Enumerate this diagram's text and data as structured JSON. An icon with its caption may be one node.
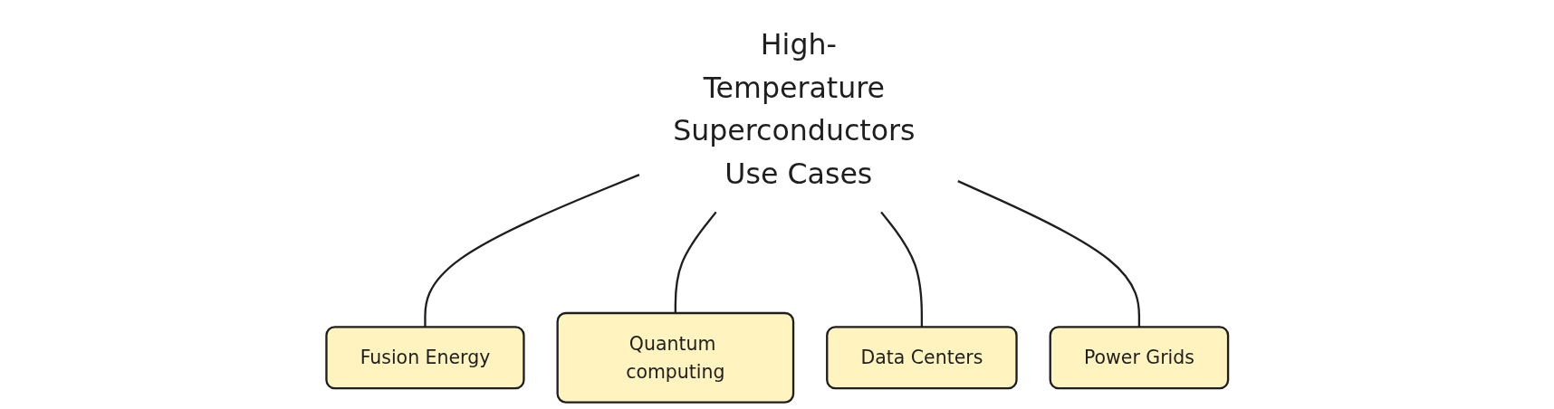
{
  "diagram": {
    "nodes": [
      {
        "text": [
          "High-Temperature Superconductors Use Cases"
        ]
      },
      {
        "text": [
          "Fusion Energy"
        ]
      },
      {
        "text": [
          "Quantum computing"
        ]
      },
      {
        "text": [
          "Data Centers"
        ]
      },
      {
        "text": [
          "Power Grids"
        ]
      }
    ],
    "edges": [
      {
        "from": 0,
        "to": 1,
        "arrow": "none"
      },
      {
        "from": 0,
        "to": 2,
        "arrow": "none"
      },
      {
        "from": 0,
        "to": 3,
        "arrow": "none"
      },
      {
        "from": 0,
        "to": 4,
        "arrow": "none"
      }
    ]
  }
}
